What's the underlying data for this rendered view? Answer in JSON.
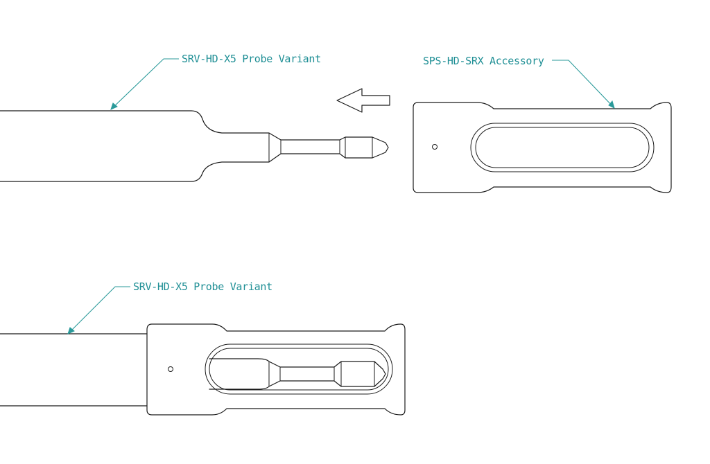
{
  "colors": {
    "leader": "#2a9a9a",
    "label_text": "#1f8f95",
    "linework": "#1a1a1a",
    "background": "#ffffff"
  },
  "callouts": {
    "probe_top": "SRV-HD-X5 Probe Variant",
    "accessory": "SPS-HD-SRX Accessory",
    "probe_bottom": "SRV-HD-X5 Probe Variant"
  },
  "assembly_arrow": {
    "direction": "left",
    "icon": "left-arrow-icon"
  }
}
